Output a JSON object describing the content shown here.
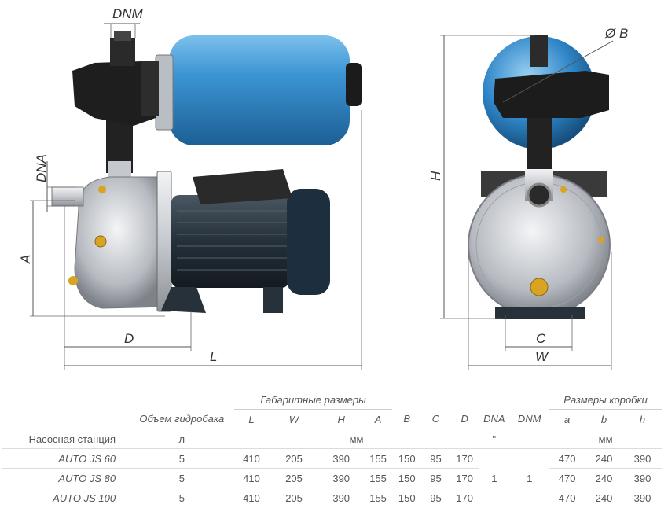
{
  "drawing": {
    "labels": {
      "DNM": "DNM",
      "DNA": "DNA",
      "A": "A",
      "D": "D",
      "L": "L",
      "H": "H",
      "B": "Ø B",
      "C": "C",
      "W": "W"
    },
    "colors": {
      "tank": "#2f86c8",
      "tank_dark": "#1c5f95",
      "pump_body": "#c9ccd1",
      "motor": "#1f2a33",
      "switch": "#1c1c1c",
      "brass": "#d9a423"
    }
  },
  "table": {
    "group_dims": "Габаритные размеры",
    "group_box": "Размеры коробки",
    "tank_volume_header": "Объем гидробака",
    "columns": [
      "L",
      "W",
      "H",
      "A",
      "B",
      "C",
      "D",
      "DNA",
      "DNM",
      "a",
      "b",
      "h"
    ],
    "station_header": "Насосная станция",
    "unit_liters": "л",
    "unit_mm": "мм",
    "unit_quote": "\"",
    "unit_mm2": "мм",
    "rows": [
      {
        "model": "AUTO JS 60",
        "volume": "5",
        "L": "410",
        "W": "205",
        "H": "390",
        "A": "155",
        "B": "150",
        "C": "95",
        "D": "170",
        "a": "470",
        "b": "240",
        "h": "390"
      },
      {
        "model": "AUTO JS 80",
        "volume": "5",
        "L": "410",
        "W": "205",
        "H": "390",
        "A": "155",
        "B": "150",
        "C": "95",
        "D": "170",
        "a": "470",
        "b": "240",
        "h": "390"
      },
      {
        "model": "AUTO JS 100",
        "volume": "5",
        "L": "410",
        "W": "205",
        "H": "390",
        "A": "155",
        "B": "150",
        "C": "95",
        "D": "170",
        "a": "470",
        "b": "240",
        "h": "390"
      }
    ],
    "dna_value": "1",
    "dnm_value": "1"
  }
}
